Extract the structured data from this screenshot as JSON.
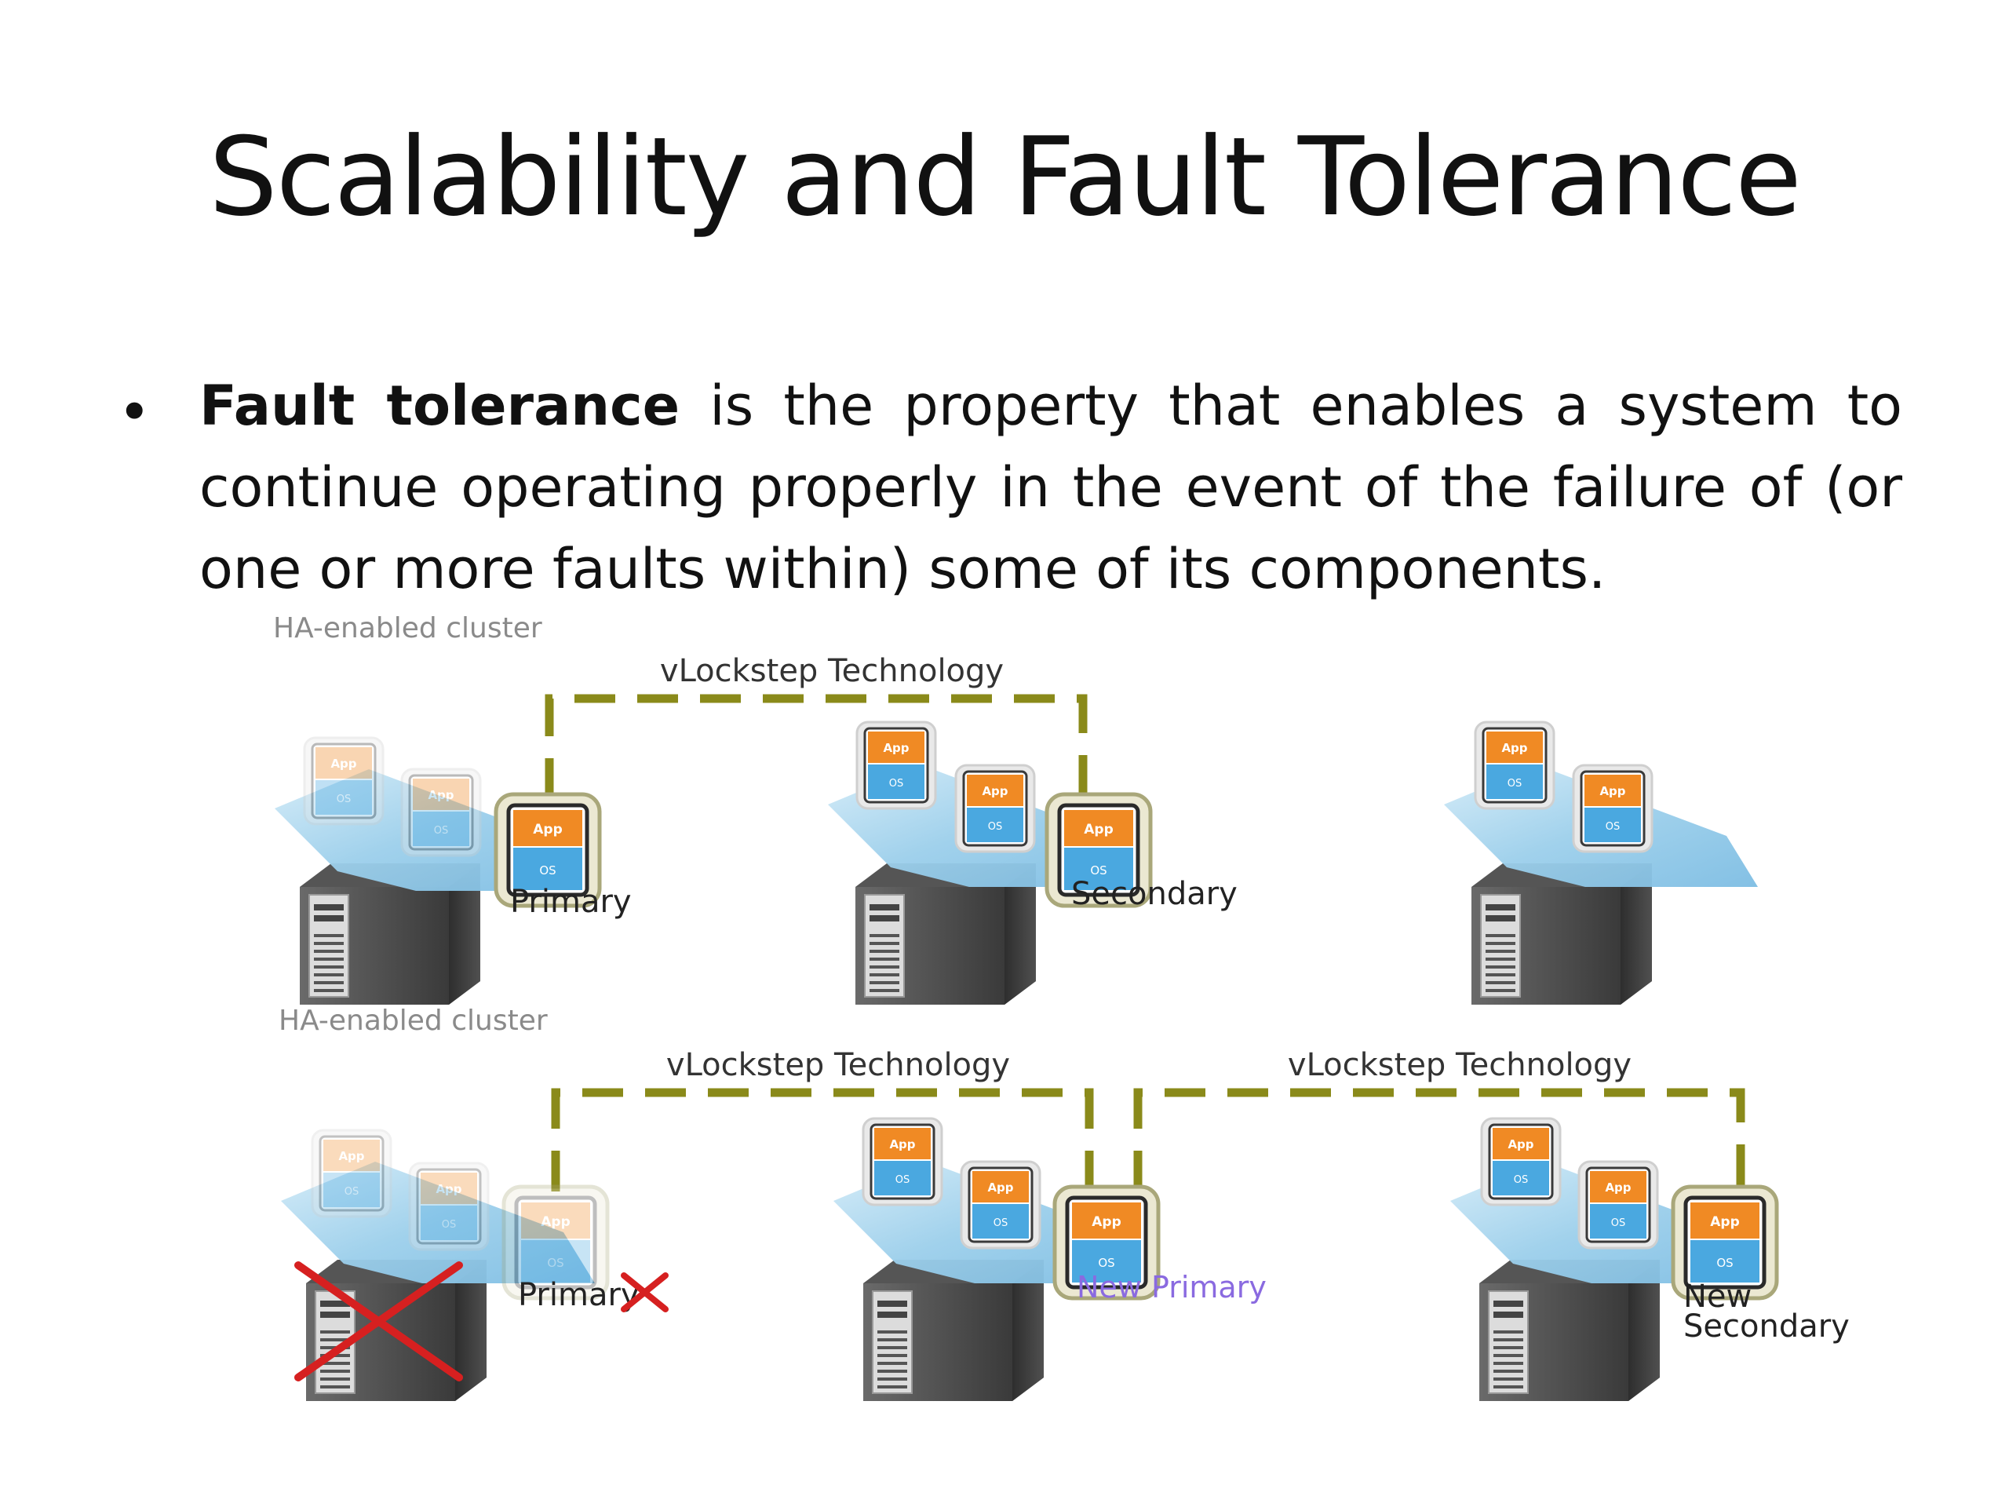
{
  "slide": {
    "title": "Scalability and Fault Tolerance",
    "bullet": {
      "term": "Fault tolerance",
      "text": " is the property that enables a system to continue operating properly in the event of the failure of (or one or more faults within) some of its components."
    }
  },
  "diagram": {
    "top": {
      "cluster_label": "HA-enabled cluster",
      "link_label": "vLockstep Technology",
      "primary_label": "Primary",
      "secondary_label": "Secondary"
    },
    "bottom": {
      "cluster_label": "HA-enabled cluster",
      "link_label_1": "vLockstep Technology",
      "link_label_2": "vLockstep Technology",
      "failed_label": "Primary",
      "new_primary_label": "New Primary",
      "new_secondary_label_1": "New",
      "new_secondary_label_2": "Secondary"
    },
    "vm": {
      "app": "App",
      "os": "OS"
    },
    "colors": {
      "app": "#f08a24",
      "os": "#4aa8e0",
      "link": "#8a8a1a",
      "failure": "#d62020",
      "new_primary": "#8a6ae0",
      "platform": "#a9d6ef"
    }
  }
}
